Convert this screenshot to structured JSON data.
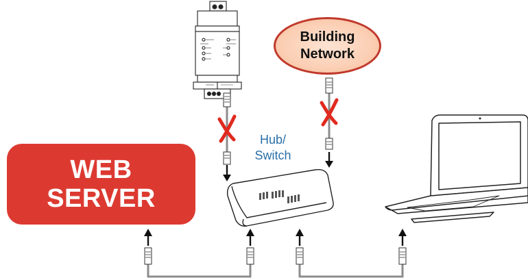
{
  "web_server": {
    "line1": "WEB",
    "line2": "SERVER"
  },
  "building_network": {
    "line1": "Building",
    "line2": "Network"
  },
  "hub": {
    "line1": "Hub/",
    "line2": "Switch"
  },
  "colors": {
    "web_server_fill": "#dc3a31",
    "network_fill": "#fbcfb4",
    "network_border": "#c0392b",
    "hub_label": "#2a6fa8",
    "cross_mark": "#e02a1f",
    "cable": "#8c8c8c"
  },
  "icons": [
    "din-rail-module",
    "hub-switch-device",
    "laptop",
    "ethernet-plug",
    "cross-mark-icon",
    "arrow-up-icon",
    "arrow-down-icon"
  ]
}
